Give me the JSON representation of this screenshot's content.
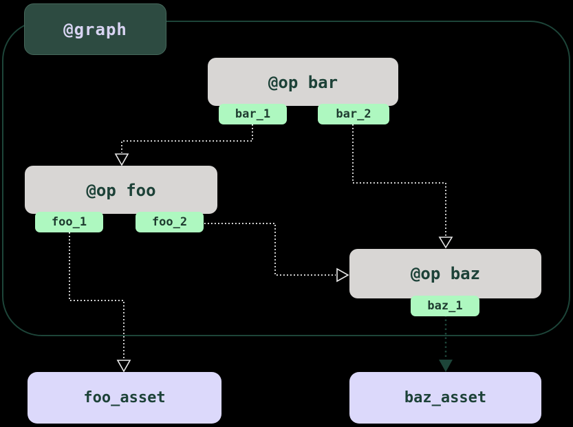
{
  "diagram": {
    "kind": "dagster-graph-lineage",
    "background_color": "#000000",
    "graph": {
      "label": "@graph",
      "badge_bg": "#2d4b41",
      "badge_text_color": "#d8d4f2",
      "container_border_color": "#1d4539"
    },
    "colors": {
      "op_bg": "#d8d6d4",
      "op_text": "#1d4238",
      "output_tab_bg": "#aef8c0",
      "output_tab_text": "#1e3b2f",
      "asset_bg": "#dcd9fb",
      "asset_text": "#1d4238",
      "edge_light": "#e9e9e9",
      "edge_dark": "#1d4539"
    },
    "ops": [
      {
        "id": "bar",
        "label": "@op bar",
        "outputs": [
          {
            "id": "bar_1",
            "label": "bar_1"
          },
          {
            "id": "bar_2",
            "label": "bar_2"
          }
        ]
      },
      {
        "id": "foo",
        "label": "@op foo",
        "outputs": [
          {
            "id": "foo_1",
            "label": "foo_1"
          },
          {
            "id": "foo_2",
            "label": "foo_2"
          }
        ]
      },
      {
        "id": "baz",
        "label": "@op baz",
        "outputs": [
          {
            "id": "baz_1",
            "label": "baz_1"
          }
        ]
      }
    ],
    "assets": [
      {
        "id": "foo_asset",
        "label": "foo_asset"
      },
      {
        "id": "baz_asset",
        "label": "baz_asset"
      }
    ],
    "edges": [
      {
        "from": "bar.bar_1",
        "to": "foo"
      },
      {
        "from": "bar.bar_2",
        "to": "baz"
      },
      {
        "from": "foo.foo_2",
        "to": "baz"
      },
      {
        "from": "foo.foo_1",
        "to": "foo_asset"
      },
      {
        "from": "baz.baz_1",
        "to": "baz_asset"
      }
    ]
  }
}
